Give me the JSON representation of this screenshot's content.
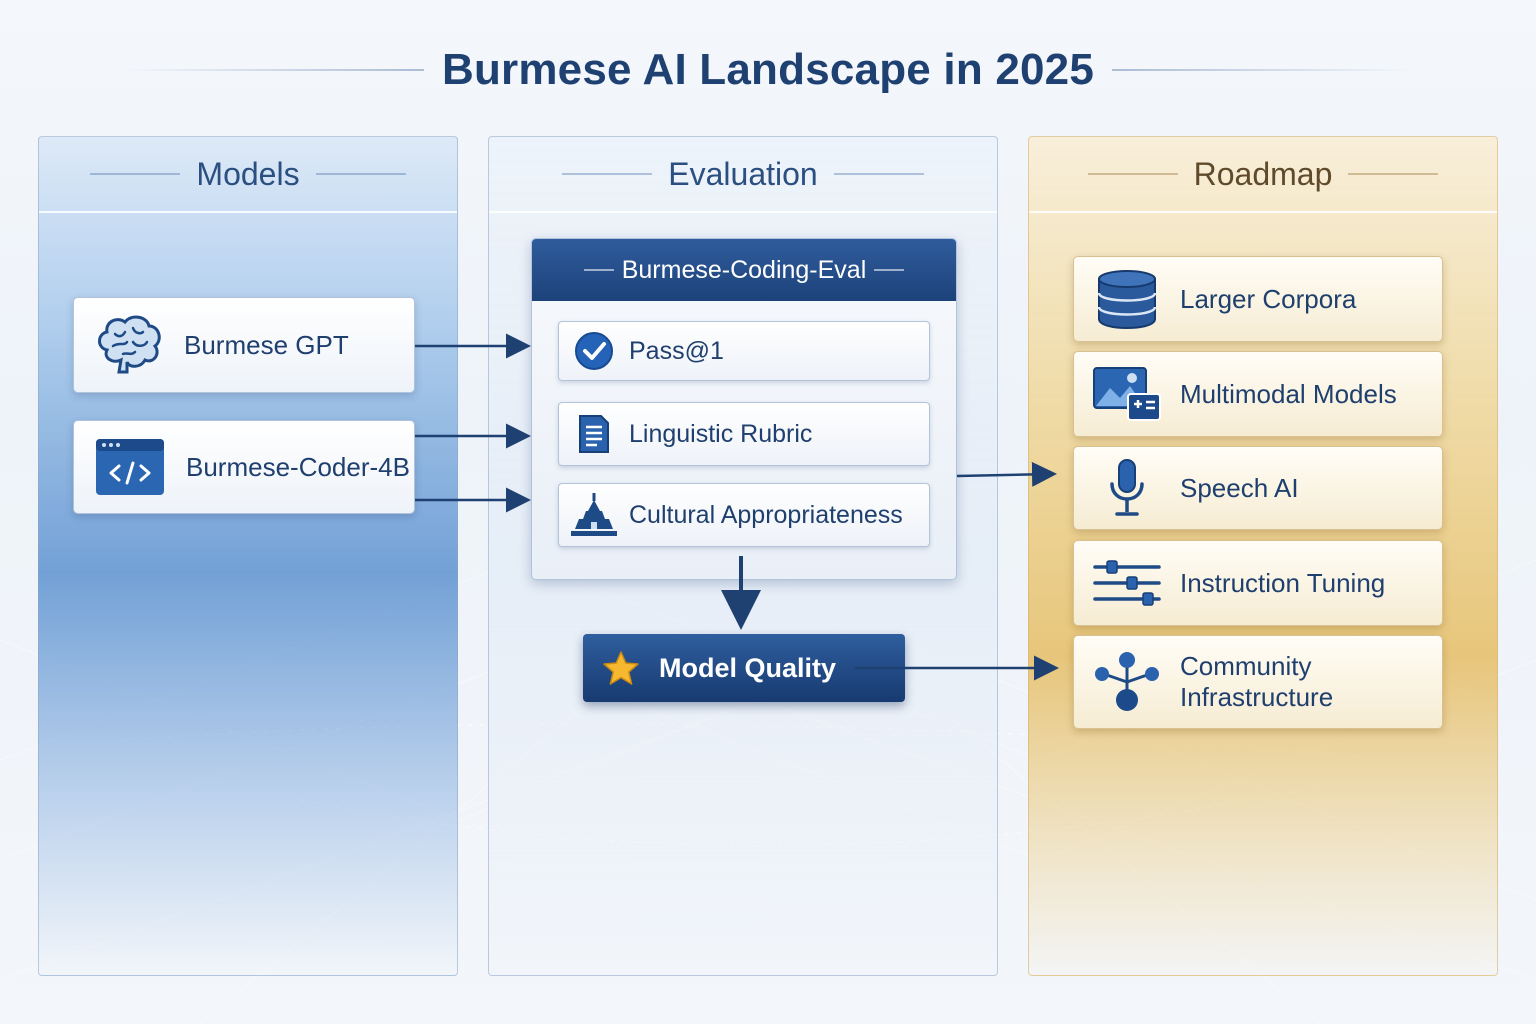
{
  "title": "Burmese AI Landscape in 2025",
  "columns": {
    "models": {
      "header": "Models",
      "items": [
        {
          "label": "Burmese GPT",
          "icon": "brain-icon"
        },
        {
          "label": "Burmese-Coder-4B",
          "icon": "code-window-icon"
        }
      ]
    },
    "evaluation": {
      "header": "Evaluation",
      "panel_title": "Burmese-Coding-Eval",
      "items": [
        {
          "label": "Pass@1",
          "icon": "checkmark-circle-icon"
        },
        {
          "label": "Linguistic Rubric",
          "icon": "document-icon"
        },
        {
          "label": "Cultural Appropriateness",
          "icon": "pagoda-icon"
        }
      ],
      "outcome": {
        "label": "Model Quality",
        "icon": "star-icon"
      }
    },
    "roadmap": {
      "header": "Roadmap",
      "items": [
        {
          "label": "Larger Corpora",
          "icon": "database-icon"
        },
        {
          "label": "Multimodal Models",
          "icon": "image-plus-icon"
        },
        {
          "label": "Speech AI",
          "icon": "microphone-icon"
        },
        {
          "label": "Instruction Tuning",
          "icon": "sliders-icon"
        },
        {
          "label_line1": "Community",
          "label_line2": "Infrastructure",
          "icon": "network-icon"
        }
      ]
    }
  },
  "colors": {
    "navy": "#1e4172",
    "models_blue": "#4280c8",
    "roadmap_gold": "#e4b650",
    "star_gold": "#f5b82e"
  }
}
